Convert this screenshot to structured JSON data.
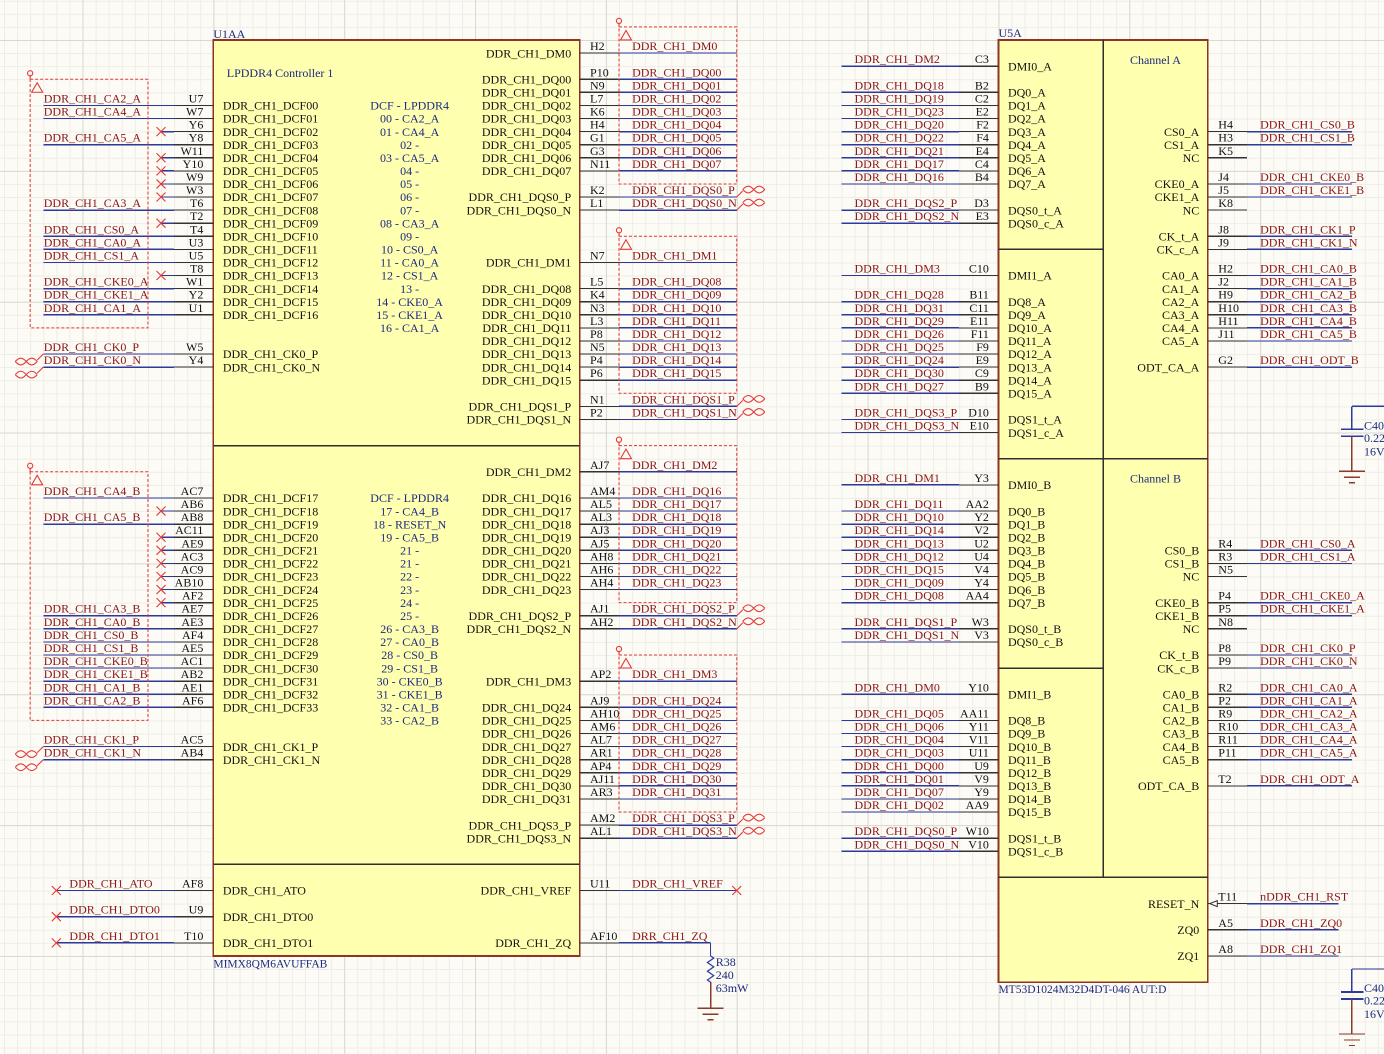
{
  "colors": {
    "canvas": "#FCFBF6",
    "grid_fine": "#EEEDE7",
    "grid_major": "#D9D8D2",
    "wire": "#2C3A9C",
    "net_label": "#8A1515",
    "pin": "#333333",
    "pin_text": "#111111",
    "body_fill": "#FFFFB0",
    "body_border": "#8E3424",
    "body_divider": "#2E2E2E",
    "annotation": "#1C2A80",
    "directive": "#E53935",
    "power": "#8C3A2C"
  },
  "u1aa": {
    "designator": "U1AA",
    "comment": "MIMX8QM6AVUFFAB",
    "title": "LPDDR4 Controller 1",
    "dcf_map_a": [
      "DCF - LPDDR4",
      "00 - CA2_A",
      "01 - CA4_A",
      "02 -",
      "03 - CA5_A",
      "04 -",
      "05 -",
      "06 -",
      "07 -",
      "08 - CA3_A",
      "09 -",
      "10 - CS0_A",
      "11 - CA0_A",
      "12 - CS1_A",
      "13 -",
      "14 - CKE0_A",
      "15 - CKE1_A",
      "16 - CA1_A"
    ],
    "dcf_map_b": [
      "DCF - LPDDR4",
      "17 - CA4_B",
      "18 - RESET_N",
      "19 - CA5_B",
      "21 -",
      "21 -",
      "22 -",
      "23 -",
      "24 -",
      "25 -",
      "26 - CA3_B",
      "27 - CA0_B",
      "28 - CS0_B",
      "29 - CS1_B",
      "30 - CKE0_B",
      "31 - CKE1_B",
      "32 - CA1_B",
      "33 - CA2_B"
    ],
    "left_pins": [
      {
        "pin": "U7",
        "name": "DDR_CH1_DCF00",
        "net": "DDR_CH1_CA2_A"
      },
      {
        "pin": "W7",
        "name": "DDR_CH1_DCF01",
        "net": "DDR_CH1_CA4_A"
      },
      {
        "pin": "Y6",
        "name": "DDR_CH1_DCF02",
        "nc": "pin"
      },
      {
        "pin": "Y8",
        "name": "DDR_CH1_DCF03",
        "net": "DDR_CH1_CA5_A"
      },
      {
        "pin": "W11",
        "name": "DDR_CH1_DCF04",
        "nc": "pin"
      },
      {
        "pin": "Y10",
        "name": "DDR_CH1_DCF05",
        "nc": "pin"
      },
      {
        "pin": "W9",
        "name": "DDR_CH1_DCF06",
        "nc": "pin"
      },
      {
        "pin": "W3",
        "name": "DDR_CH1_DCF07",
        "nc": "pin"
      },
      {
        "pin": "T6",
        "name": "DDR_CH1_DCF08",
        "net": "DDR_CH1_CA3_A"
      },
      {
        "pin": "T2",
        "name": "DDR_CH1_DCF09",
        "nc": "pin"
      },
      {
        "pin": "T4",
        "name": "DDR_CH1_DCF10",
        "net": "DDR_CH1_CS0_A"
      },
      {
        "pin": "U3",
        "name": "DDR_CH1_DCF11",
        "net": "DDR_CH1_CA0_A"
      },
      {
        "pin": "U5",
        "name": "DDR_CH1_DCF12",
        "net": "DDR_CH1_CS1_A"
      },
      {
        "pin": "T8",
        "name": "DDR_CH1_DCF13",
        "nc": "pin"
      },
      {
        "pin": "W1",
        "name": "DDR_CH1_DCF14",
        "net": "DDR_CH1_CKE0_A"
      },
      {
        "pin": "Y2",
        "name": "DDR_CH1_DCF15",
        "net": "DDR_CH1_CKE1_A"
      },
      {
        "pin": "U1",
        "name": "DDR_CH1_DCF16",
        "net": "DDR_CH1_CA1_A"
      },
      {
        "pin": "W5",
        "name": "DDR_CH1_CK0_P",
        "net": "DDR_CH1_CK0_P",
        "diff_pair": true
      },
      {
        "pin": "Y4",
        "name": "DDR_CH1_CK0_N",
        "net": "DDR_CH1_CK0_N",
        "diff_pair": true
      },
      {
        "pin": "AC7",
        "name": "DDR_CH1_DCF17",
        "net": "DDR_CH1_CA4_B"
      },
      {
        "pin": "AB6",
        "name": "DDR_CH1_DCF18",
        "nc": "pin"
      },
      {
        "pin": "AB8",
        "name": "DDR_CH1_DCF19",
        "net": "DDR_CH1_CA5_B"
      },
      {
        "pin": "AC11",
        "name": "DDR_CH1_DCF20",
        "nc": "pin"
      },
      {
        "pin": "AE9",
        "name": "DDR_CH1_DCF21",
        "nc": "pin"
      },
      {
        "pin": "AC3",
        "name": "DDR_CH1_DCF22",
        "nc": "pin"
      },
      {
        "pin": "AC9",
        "name": "DDR_CH1_DCF23",
        "nc": "pin"
      },
      {
        "pin": "AB10",
        "name": "DDR_CH1_DCF24",
        "nc": "pin"
      },
      {
        "pin": "AF2",
        "name": "DDR_CH1_DCF25",
        "nc": "pin"
      },
      {
        "pin": "AE7",
        "name": "DDR_CH1_DCF26",
        "net": "DDR_CH1_CA3_B"
      },
      {
        "pin": "AE3",
        "name": "DDR_CH1_DCF27",
        "net": "DDR_CH1_CA0_B"
      },
      {
        "pin": "AF4",
        "name": "DDR_CH1_DCF28",
        "net": "DDR_CH1_CS0_B"
      },
      {
        "pin": "AE5",
        "name": "DDR_CH1_DCF29",
        "net": "DDR_CH1_CS1_B"
      },
      {
        "pin": "AC1",
        "name": "DDR_CH1_DCF30",
        "net": "DDR_CH1_CKE0_B"
      },
      {
        "pin": "AB2",
        "name": "DDR_CH1_DCF31",
        "net": "DDR_CH1_CKE1_B"
      },
      {
        "pin": "AE1",
        "name": "DDR_CH1_DCF32",
        "net": "DDR_CH1_CA1_B"
      },
      {
        "pin": "AF6",
        "name": "DDR_CH1_DCF33",
        "net": "DDR_CH1_CA2_B"
      },
      {
        "pin": "AC5",
        "name": "DDR_CH1_CK1_P",
        "net": "DDR_CH1_CK1_P",
        "diff_pair": true
      },
      {
        "pin": "AB4",
        "name": "DDR_CH1_CK1_N",
        "net": "DDR_CH1_CK1_N",
        "diff_pair": true
      },
      {
        "pin": "AF8",
        "name": "DDR_CH1_ATO",
        "net": "DDR_CH1_ATO",
        "nc": "end"
      },
      {
        "pin": "U9",
        "name": "DDR_CH1_DTO0",
        "net": "DDR_CH1_DTO0",
        "nc": "end"
      },
      {
        "pin": "T10",
        "name": "DDR_CH1_DTO1",
        "net": "DDR_CH1_DTO1",
        "nc": "end"
      }
    ],
    "right_pins": [
      {
        "pin": "H2",
        "name": "DDR_CH1_DM0",
        "net": "DDR_CH1_DM0"
      },
      {
        "pin": "P10",
        "name": "DDR_CH1_DQ00",
        "net": "DDR_CH1_DQ00"
      },
      {
        "pin": "N9",
        "name": "DDR_CH1_DQ01",
        "net": "DDR_CH1_DQ01"
      },
      {
        "pin": "L7",
        "name": "DDR_CH1_DQ02",
        "net": "DDR_CH1_DQ02"
      },
      {
        "pin": "K6",
        "name": "DDR_CH1_DQ03",
        "net": "DDR_CH1_DQ03"
      },
      {
        "pin": "H4",
        "name": "DDR_CH1_DQ04",
        "net": "DDR_CH1_DQ04"
      },
      {
        "pin": "G1",
        "name": "DDR_CH1_DQ05",
        "net": "DDR_CH1_DQ05"
      },
      {
        "pin": "G3",
        "name": "DDR_CH1_DQ06",
        "net": "DDR_CH1_DQ06"
      },
      {
        "pin": "N11",
        "name": "DDR_CH1_DQ07",
        "net": "DDR_CH1_DQ07"
      },
      {
        "pin": "K2",
        "name": "DDR_CH1_DQS0_P",
        "net": "DDR_CH1_DQS0_P",
        "diff_pair": true
      },
      {
        "pin": "L1",
        "name": "DDR_CH1_DQS0_N",
        "net": "DDR_CH1_DQS0_N",
        "diff_pair": true
      },
      {
        "pin": "N7",
        "name": "DDR_CH1_DM1",
        "net": "DDR_CH1_DM1"
      },
      {
        "pin": "L5",
        "name": "DDR_CH1_DQ08",
        "net": "DDR_CH1_DQ08"
      },
      {
        "pin": "K4",
        "name": "DDR_CH1_DQ09",
        "net": "DDR_CH1_DQ09"
      },
      {
        "pin": "N3",
        "name": "DDR_CH1_DQ10",
        "net": "DDR_CH1_DQ10"
      },
      {
        "pin": "L3",
        "name": "DDR_CH1_DQ11",
        "net": "DDR_CH1_DQ11"
      },
      {
        "pin": "P8",
        "name": "DDR_CH1_DQ12",
        "net": "DDR_CH1_DQ12"
      },
      {
        "pin": "N5",
        "name": "DDR_CH1_DQ13",
        "net": "DDR_CH1_DQ13"
      },
      {
        "pin": "P4",
        "name": "DDR_CH1_DQ14",
        "net": "DDR_CH1_DQ14"
      },
      {
        "pin": "P6",
        "name": "DDR_CH1_DQ15",
        "net": "DDR_CH1_DQ15"
      },
      {
        "pin": "N1",
        "name": "DDR_CH1_DQS1_P",
        "net": "DDR_CH1_DQS1_P",
        "diff_pair": true
      },
      {
        "pin": "P2",
        "name": "DDR_CH1_DQS1_N",
        "net": "DDR_CH1_DQS1_N",
        "diff_pair": true
      },
      {
        "pin": "AJ7",
        "name": "DDR_CH1_DM2",
        "net": "DDR_CH1_DM2"
      },
      {
        "pin": "AM4",
        "name": "DDR_CH1_DQ16",
        "net": "DDR_CH1_DQ16"
      },
      {
        "pin": "AL5",
        "name": "DDR_CH1_DQ17",
        "net": "DDR_CH1_DQ17"
      },
      {
        "pin": "AL3",
        "name": "DDR_CH1_DQ18",
        "net": "DDR_CH1_DQ18"
      },
      {
        "pin": "AJ3",
        "name": "DDR_CH1_DQ19",
        "net": "DDR_CH1_DQ19"
      },
      {
        "pin": "AJ5",
        "name": "DDR_CH1_DQ20",
        "net": "DDR_CH1_DQ20"
      },
      {
        "pin": "AH8",
        "name": "DDR_CH1_DQ21",
        "net": "DDR_CH1_DQ21"
      },
      {
        "pin": "AH6",
        "name": "DDR_CH1_DQ22",
        "net": "DDR_CH1_DQ22"
      },
      {
        "pin": "AH4",
        "name": "DDR_CH1_DQ23",
        "net": "DDR_CH1_DQ23"
      },
      {
        "pin": "AJ1",
        "name": "DDR_CH1_DQS2_P",
        "net": "DDR_CH1_DQS2_P",
        "diff_pair": true
      },
      {
        "pin": "AH2",
        "name": "DDR_CH1_DQS2_N",
        "net": "DDR_CH1_DQS2_N",
        "diff_pair": true
      },
      {
        "pin": "AP2",
        "name": "DDR_CH1_DM3",
        "net": "DDR_CH1_DM3"
      },
      {
        "pin": "AJ9",
        "name": "DDR_CH1_DQ24",
        "net": "DDR_CH1_DQ24"
      },
      {
        "pin": "AH10",
        "name": "DDR_CH1_DQ25",
        "net": "DDR_CH1_DQ25"
      },
      {
        "pin": "AM6",
        "name": "DDR_CH1_DQ26",
        "net": "DDR_CH1_DQ26"
      },
      {
        "pin": "AL7",
        "name": "DDR_CH1_DQ27",
        "net": "DDR_CH1_DQ27"
      },
      {
        "pin": "AR1",
        "name": "DDR_CH1_DQ28",
        "net": "DDR_CH1_DQ28"
      },
      {
        "pin": "AP4",
        "name": "DDR_CH1_DQ29",
        "net": "DDR_CH1_DQ29"
      },
      {
        "pin": "AJ11",
        "name": "DDR_CH1_DQ30",
        "net": "DDR_CH1_DQ30"
      },
      {
        "pin": "AR3",
        "name": "DDR_CH1_DQ31",
        "net": "DDR_CH1_DQ31"
      },
      {
        "pin": "AM2",
        "name": "DDR_CH1_DQS3_P",
        "net": "DDR_CH1_DQS3_P",
        "diff_pair": true
      },
      {
        "pin": "AL1",
        "name": "DDR_CH1_DQS3_N",
        "net": "DDR_CH1_DQS3_N",
        "diff_pair": true
      },
      {
        "pin": "U11",
        "name": "DDR_CH1_VREF",
        "net": "DDR_CH1_VREF",
        "nc": "end"
      },
      {
        "pin": "AF10",
        "name": "DDR_CH1_ZQ",
        "net": "DRR_CH1_ZQ"
      }
    ]
  },
  "u5a": {
    "designator": "U5A",
    "comment": "MT53D1024M32D4DT-046 AUT:D",
    "channel_labels": [
      "Channel A",
      "Channel B"
    ],
    "left_pins": [
      {
        "pin": "C3",
        "name": "DMI0_A",
        "net": "DDR_CH1_DM2"
      },
      {
        "pin": "B2",
        "name": "DQ0_A",
        "net": "DDR_CH1_DQ18"
      },
      {
        "pin": "C2",
        "name": "DQ1_A",
        "net": "DDR_CH1_DQ19"
      },
      {
        "pin": "E2",
        "name": "DQ2_A",
        "net": "DDR_CH1_DQ23"
      },
      {
        "pin": "F2",
        "name": "DQ3_A",
        "net": "DDR_CH1_DQ20"
      },
      {
        "pin": "F4",
        "name": "DQ4_A",
        "net": "DDR_CH1_DQ22"
      },
      {
        "pin": "E4",
        "name": "DQ5_A",
        "net": "DDR_CH1_DQ21"
      },
      {
        "pin": "C4",
        "name": "DQ6_A",
        "net": "DDR_CH1_DQ17"
      },
      {
        "pin": "B4",
        "name": "DQ7_A",
        "net": "DDR_CH1_DQ16"
      },
      {
        "pin": "D3",
        "name": "DQS0_t_A",
        "net": "DDR_CH1_DQS2_P"
      },
      {
        "pin": "E3",
        "name": "DQS0_c_A",
        "net": "DDR_CH1_DQS2_N"
      },
      {
        "pin": "C10",
        "name": "DMI1_A",
        "net": "DDR_CH1_DM3"
      },
      {
        "pin": "B11",
        "name": "DQ8_A",
        "net": "DDR_CH1_DQ28"
      },
      {
        "pin": "C11",
        "name": "DQ9_A",
        "net": "DDR_CH1_DQ31"
      },
      {
        "pin": "E11",
        "name": "DQ10_A",
        "net": "DDR_CH1_DQ29"
      },
      {
        "pin": "F11",
        "name": "DQ11_A",
        "net": "DDR_CH1_DQ26"
      },
      {
        "pin": "F9",
        "name": "DQ12_A",
        "net": "DDR_CH1_DQ25"
      },
      {
        "pin": "E9",
        "name": "DQ13_A",
        "net": "DDR_CH1_DQ24"
      },
      {
        "pin": "C9",
        "name": "DQ14_A",
        "net": "DDR_CH1_DQ30"
      },
      {
        "pin": "B9",
        "name": "DQ15_A",
        "net": "DDR_CH1_DQ27"
      },
      {
        "pin": "D10",
        "name": "DQS1_t_A",
        "net": "DDR_CH1_DQS3_P"
      },
      {
        "pin": "E10",
        "name": "DQS1_c_A",
        "net": "DDR_CH1_DQS3_N"
      },
      {
        "pin": "Y3",
        "name": "DMI0_B",
        "net": "DDR_CH1_DM1"
      },
      {
        "pin": "AA2",
        "name": "DQ0_B",
        "net": "DDR_CH1_DQ11"
      },
      {
        "pin": "Y2",
        "name": "DQ1_B",
        "net": "DDR_CH1_DQ10"
      },
      {
        "pin": "V2",
        "name": "DQ2_B",
        "net": "DDR_CH1_DQ14"
      },
      {
        "pin": "U2",
        "name": "DQ3_B",
        "net": "DDR_CH1_DQ13"
      },
      {
        "pin": "U4",
        "name": "DQ4_B",
        "net": "DDR_CH1_DQ12"
      },
      {
        "pin": "V4",
        "name": "DQ5_B",
        "net": "DDR_CH1_DQ15"
      },
      {
        "pin": "Y4",
        "name": "DQ6_B",
        "net": "DDR_CH1_DQ09"
      },
      {
        "pin": "AA4",
        "name": "DQ7_B",
        "net": "DDR_CH1_DQ08"
      },
      {
        "pin": "W3",
        "name": "DQS0_t_B",
        "net": "DDR_CH1_DQS1_P"
      },
      {
        "pin": "V3",
        "name": "DQS0_c_B",
        "net": "DDR_CH1_DQS1_N"
      },
      {
        "pin": "Y10",
        "name": "DMI1_B",
        "net": "DDR_CH1_DM0"
      },
      {
        "pin": "AA11",
        "name": "DQ8_B",
        "net": "DDR_CH1_DQ05"
      },
      {
        "pin": "Y11",
        "name": "DQ9_B",
        "net": "DDR_CH1_DQ06"
      },
      {
        "pin": "V11",
        "name": "DQ10_B",
        "net": "DDR_CH1_DQ04"
      },
      {
        "pin": "U11",
        "name": "DQ11_B",
        "net": "DDR_CH1_DQ03"
      },
      {
        "pin": "U9",
        "name": "DQ12_B",
        "net": "DDR_CH1_DQ00"
      },
      {
        "pin": "V9",
        "name": "DQ13_B",
        "net": "DDR_CH1_DQ01"
      },
      {
        "pin": "Y9",
        "name": "DQ14_B",
        "net": "DDR_CH1_DQ07"
      },
      {
        "pin": "AA9",
        "name": "DQ15_B",
        "net": "DDR_CH1_DQ02"
      },
      {
        "pin": "W10",
        "name": "DQS1_t_B",
        "net": "DDR_CH1_DQS0_P"
      },
      {
        "pin": "V10",
        "name": "DQS1_c_B",
        "net": "DDR_CH1_DQS0_N"
      }
    ],
    "right_pins": [
      {
        "pin": "H4",
        "name": "CS0_A",
        "net": "DDR_CH1_CS0_B"
      },
      {
        "pin": "H3",
        "name": "CS1_A",
        "net": "DDR_CH1_CS1_B"
      },
      {
        "pin": "K5",
        "name": "NC"
      },
      {
        "pin": "J4",
        "name": "CKE0_A",
        "net": "DDR_CH1_CKE0_B"
      },
      {
        "pin": "J5",
        "name": "CKE1_A",
        "net": "DDR_CH1_CKE1_B"
      },
      {
        "pin": "K8",
        "name": "NC"
      },
      {
        "pin": "J8",
        "name": "CK_t_A",
        "net": "DDR_CH1_CK1_P"
      },
      {
        "pin": "J9",
        "name": "CK_c_A",
        "net": "DDR_CH1_CK1_N"
      },
      {
        "pin": "H2",
        "name": "CA0_A",
        "net": "DDR_CH1_CA0_B"
      },
      {
        "pin": "J2",
        "name": "CA1_A",
        "net": "DDR_CH1_CA1_B"
      },
      {
        "pin": "H9",
        "name": "CA2_A",
        "net": "DDR_CH1_CA2_B"
      },
      {
        "pin": "H10",
        "name": "CA3_A",
        "net": "DDR_CH1_CA3_B"
      },
      {
        "pin": "H11",
        "name": "CA4_A",
        "net": "DDR_CH1_CA4_B"
      },
      {
        "pin": "J11",
        "name": "CA5_A",
        "net": "DDR_CH1_CA5_B"
      },
      {
        "pin": "G2",
        "name": "ODT_CA_A",
        "net": "DDR_CH1_ODT_B"
      },
      {
        "pin": "R4",
        "name": "CS0_B",
        "net": "DDR_CH1_CS0_A"
      },
      {
        "pin": "R3",
        "name": "CS1_B",
        "net": "DDR_CH1_CS1_A"
      },
      {
        "pin": "N5",
        "name": "NC"
      },
      {
        "pin": "P4",
        "name": "CKE0_B",
        "net": "DDR_CH1_CKE0_A"
      },
      {
        "pin": "P5",
        "name": "CKE1_B",
        "net": "DDR_CH1_CKE1_A"
      },
      {
        "pin": "N8",
        "name": "NC"
      },
      {
        "pin": "P8",
        "name": "CK_t_B",
        "net": "DDR_CH1_CK0_P"
      },
      {
        "pin": "P9",
        "name": "CK_c_B",
        "net": "DDR_CH1_CK0_N"
      },
      {
        "pin": "R2",
        "name": "CA0_B",
        "net": "DDR_CH1_CA0_A"
      },
      {
        "pin": "P2",
        "name": "CA1_B",
        "net": "DDR_CH1_CA1_A"
      },
      {
        "pin": "R9",
        "name": "CA2_B",
        "net": "DDR_CH1_CA2_A"
      },
      {
        "pin": "R10",
        "name": "CA3_B",
        "net": "DDR_CH1_CA3_A"
      },
      {
        "pin": "R11",
        "name": "CA4_B",
        "net": "DDR_CH1_CA4_A"
      },
      {
        "pin": "P11",
        "name": "CA5_B",
        "net": "DDR_CH1_CA5_A"
      },
      {
        "pin": "T2",
        "name": "ODT_CA_B",
        "net": "DDR_CH1_ODT_A"
      },
      {
        "pin": "T11",
        "name": "RESET_N",
        "net": "nDDR_CH1_RST",
        "type": "input"
      },
      {
        "pin": "A5",
        "name": "ZQ0",
        "net": "DDR_CH1_ZQ0"
      },
      {
        "pin": "A8",
        "name": "ZQ1",
        "net": "DDR_CH1_ZQ1"
      }
    ]
  },
  "r38": {
    "designator": "R38",
    "value": "240",
    "power_rating": "63mW"
  },
  "capacitors": [
    {
      "designator": "C40",
      "value": "0.22",
      "voltage": "16V"
    },
    {
      "designator": "C40",
      "value": "0.22",
      "voltage": "16V"
    }
  ]
}
